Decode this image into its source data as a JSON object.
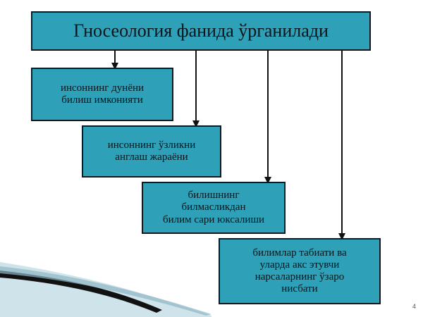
{
  "slide": {
    "title": "Гносеология фанида ўрганилади",
    "boxes": [
      {
        "lines": [
          "инсоннинг дунёни",
          "билиш имконияти"
        ]
      },
      {
        "lines": [
          "инсоннинг ўзликни",
          "англаш жараёни"
        ]
      },
      {
        "lines": [
          "билишнинг",
          "билмасликдан",
          "билим сари юксалиши"
        ]
      },
      {
        "lines": [
          "билимлар табиати ва",
          "уларда акс этувчи",
          "нарсаларнинг ўзаро",
          "нисбати"
        ]
      }
    ],
    "page_number": "4"
  },
  "colors": {
    "box_fill": "#2ea0b8",
    "box_border": "#0c1b22",
    "arrow": "#111111"
  }
}
